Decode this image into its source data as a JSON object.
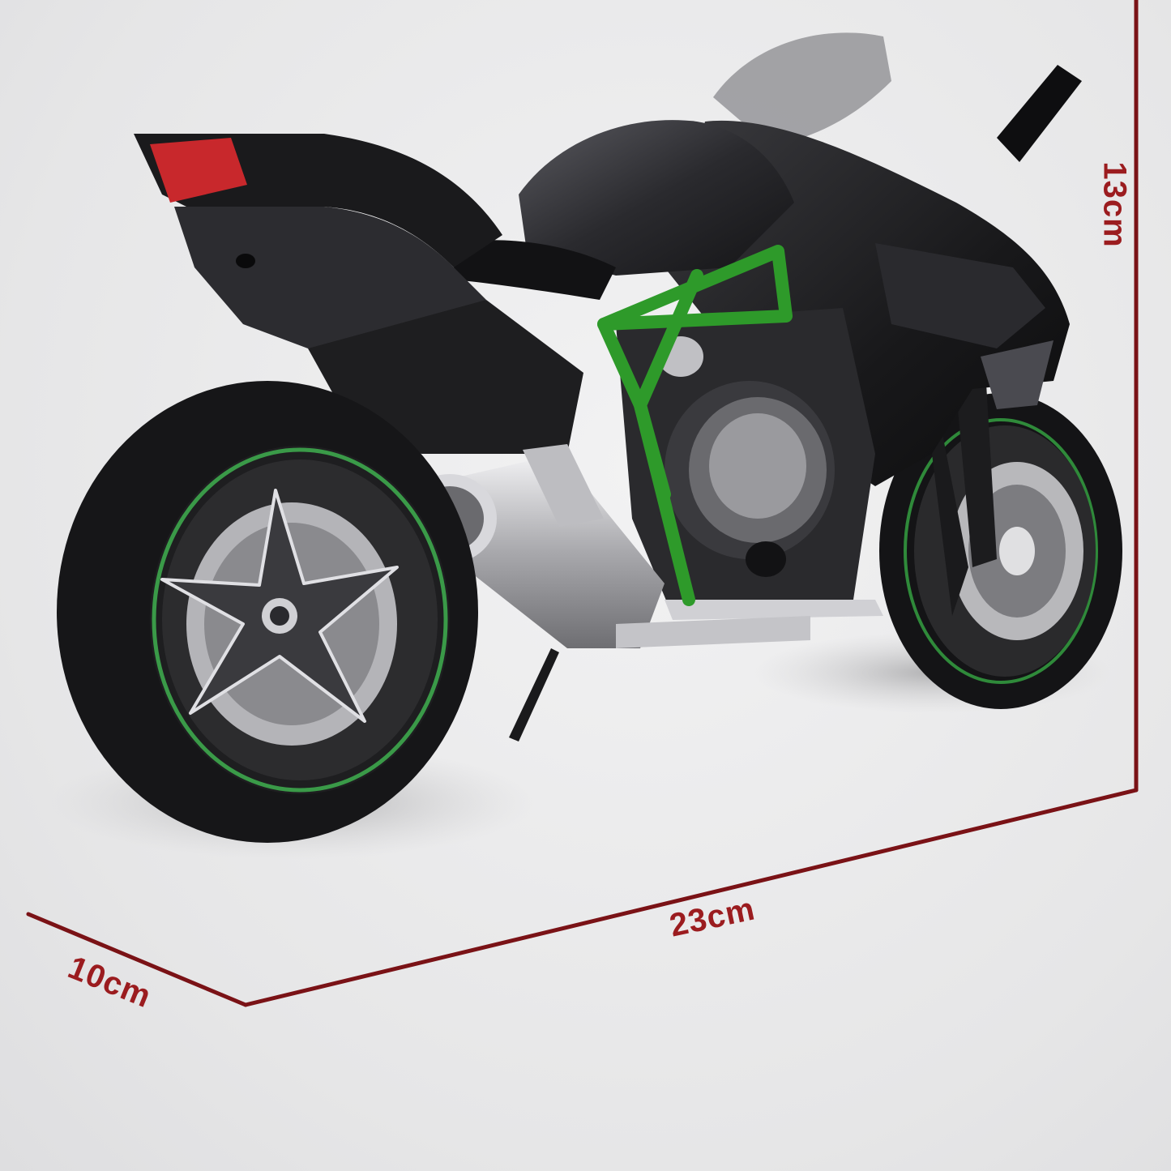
{
  "product": {
    "subject": "Motorcycle model (black with green trellis frame)",
    "colors": {
      "body": "#1c1c1e",
      "frame_green": "#2e9a2a",
      "chrome": "#c8c8ca",
      "tail_light": "#c8282c",
      "dimension_line": "#7a1216",
      "dimension_text": "#9b1c1f",
      "background": "#e9e9ea"
    }
  },
  "dimensions": {
    "height": "13cm",
    "length": "23cm",
    "width": "10cm"
  }
}
